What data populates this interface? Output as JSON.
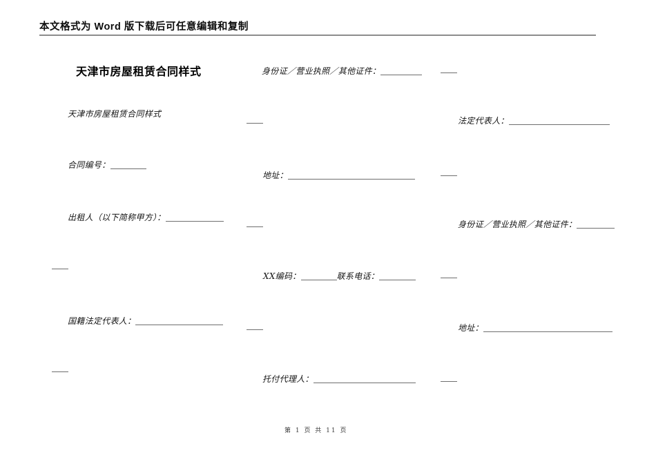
{
  "header": {
    "notice": "本文格式为 Word 版下载后可任意编辑和复制"
  },
  "title": "天津市房屋租赁合同样式",
  "left_column": {
    "subtitle": "天津市房屋租赁合同样式",
    "contract_no_label": "合同编号：",
    "lessor_label": "出租人（以下简称甲方）：",
    "nationality_legal_rep_label": "国籍法定代表人："
  },
  "middle_column": {
    "id_cert_label": "身份证／营业执照／其他证件：",
    "address_label": "地址：",
    "xx_code_label": "XX编码：",
    "phone_label": "联系电话：",
    "agent_label": "托付代理人："
  },
  "right_column": {
    "legal_rep_label": "法定代表人：",
    "id_cert_label": "身份证／营业执照／其他证件：",
    "address_label": "地址："
  },
  "footer": {
    "page_info": "第 1 页 共 11 页"
  },
  "colors": {
    "text": "#141414",
    "header_rule": "#8c8c8c",
    "blank_line": "#6e6e6e"
  }
}
